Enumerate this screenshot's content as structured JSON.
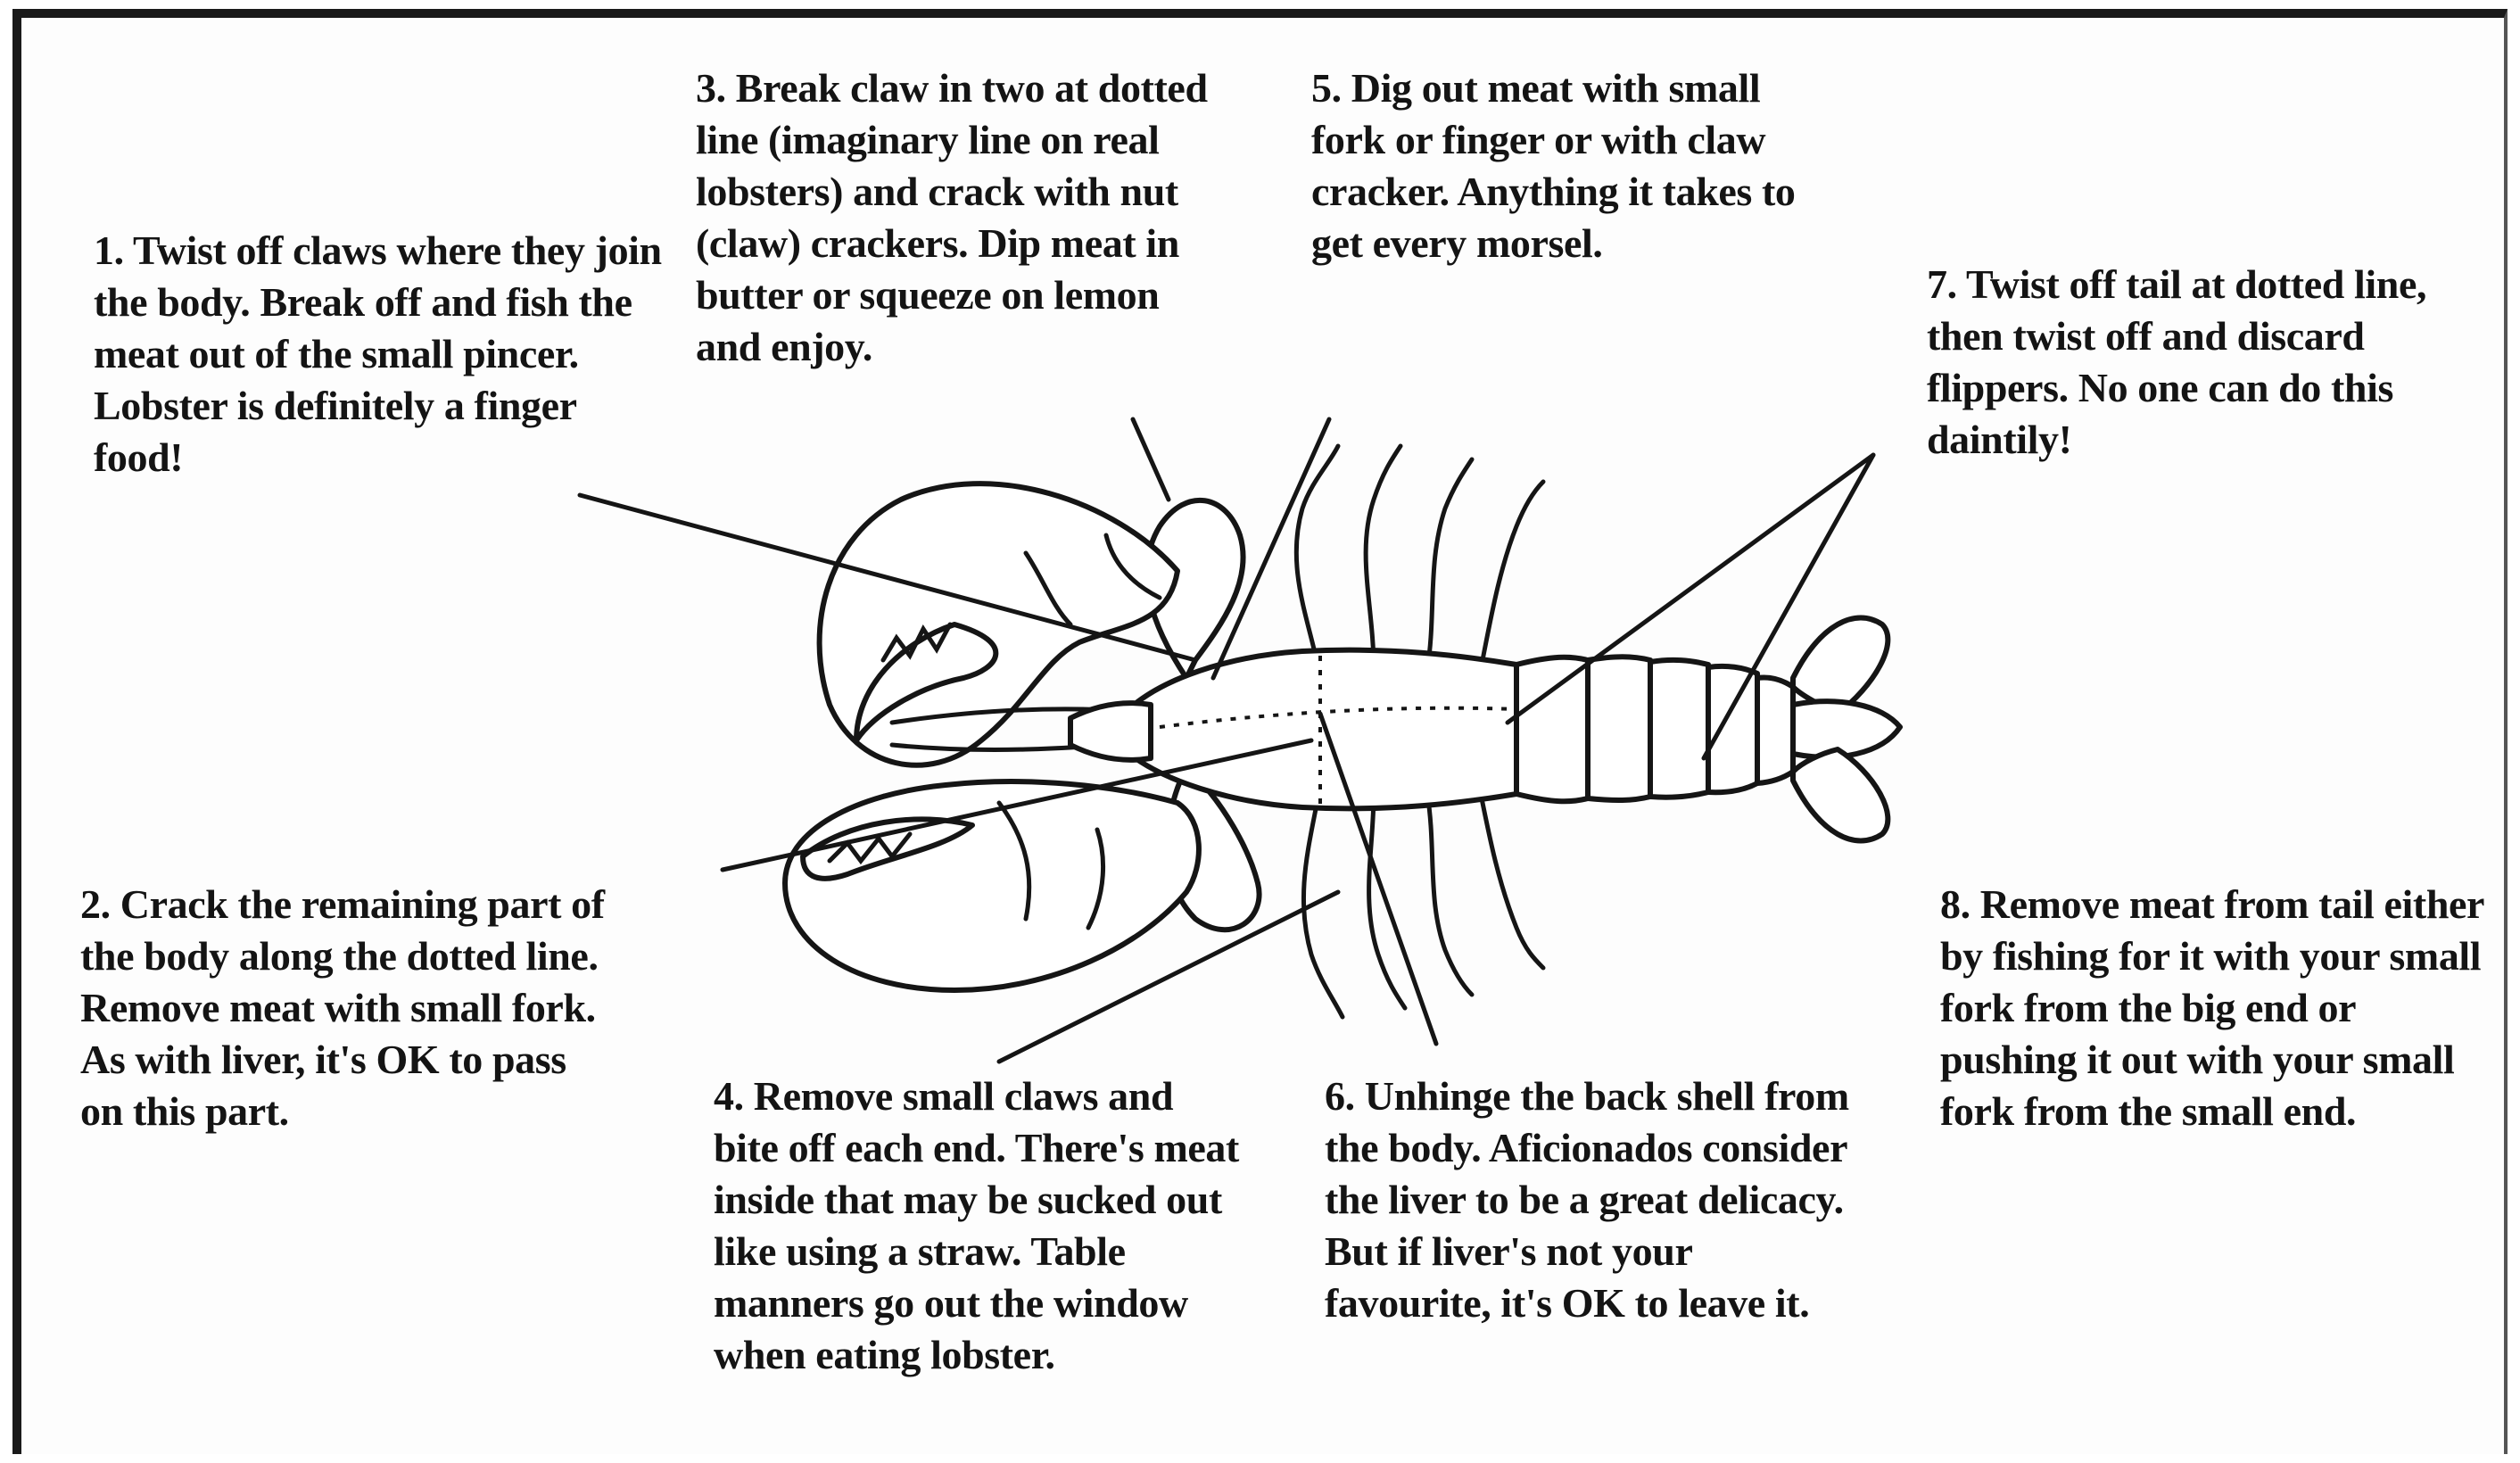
{
  "steps": [
    {
      "id": 1,
      "text": "1. Twist off claws where they join the body. Break off and fish the meat out of the small pincer. Lobster is definitely a finger food!"
    },
    {
      "id": 2,
      "text": "2. Crack the remaining part of the body along the dotted line. Remove meat with small fork. As with liver, it's OK to pass on this part."
    },
    {
      "id": 3,
      "text": "3. Break claw in two at dotted line (imaginary line on real lobsters) and crack with nut (claw) crackers. Dip meat in butter or squeeze on lemon and enjoy."
    },
    {
      "id": 4,
      "text": "4. Remove small claws and bite off each end. There's meat inside that may be sucked out like using a straw. Table manners go out the window when eating lobster."
    },
    {
      "id": 5,
      "text": "5. Dig out meat with small fork or finger or with claw cracker. Anything it takes to get every morsel."
    },
    {
      "id": 6,
      "text": "6. Unhinge the back shell from the body. Aficionados consider the liver to be a great delicacy. But if liver's not your favourite, it's OK to leave it."
    },
    {
      "id": 7,
      "text": "7. Twist off tail at dotted line, then twist off and discard flippers. No one can do this daintily!"
    },
    {
      "id": 8,
      "text": "8. Remove meat from tail either by fishing for it with your small fork from the big end or pushing it out with your small fork from the small end."
    }
  ],
  "colors": {
    "ink": "#151515",
    "paper": "#fdfdfd"
  },
  "icons": {
    "diagram": "lobster-illustration"
  }
}
